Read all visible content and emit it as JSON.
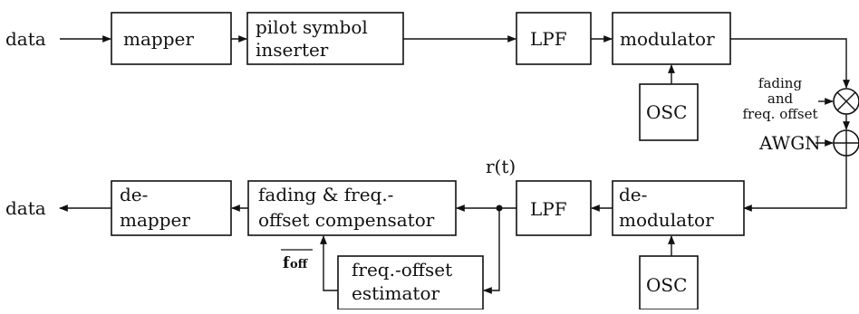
{
  "blocks": {
    "mapper": "mapper",
    "pilot_line1": "pilot symbol",
    "pilot_line2": "inserter",
    "lpf_tx": "LPF",
    "modulator": "modulator",
    "osc_tx": "OSC",
    "demod_line1": "de-",
    "demod_line2": "modulator",
    "osc_rx": "OSC",
    "lpf_rx": "LPF",
    "comp_line1": "fading & freq.-",
    "comp_line2": "offset compensator",
    "est_line1": "freq.-offset",
    "est_line2": "estimator",
    "demapper_line1": "de-",
    "demapper_line2": "mapper"
  },
  "labels": {
    "data_in": "data",
    "data_out": "data",
    "fading_line1": "fading",
    "fading_line2": "and",
    "fading_line3": "freq. offset",
    "awgn": "AWGN",
    "rt": "r(t)",
    "foff": "f",
    "foff_sub": "off"
  },
  "icons": {
    "multiplier": "multiplier-icon",
    "adder": "adder-icon"
  }
}
